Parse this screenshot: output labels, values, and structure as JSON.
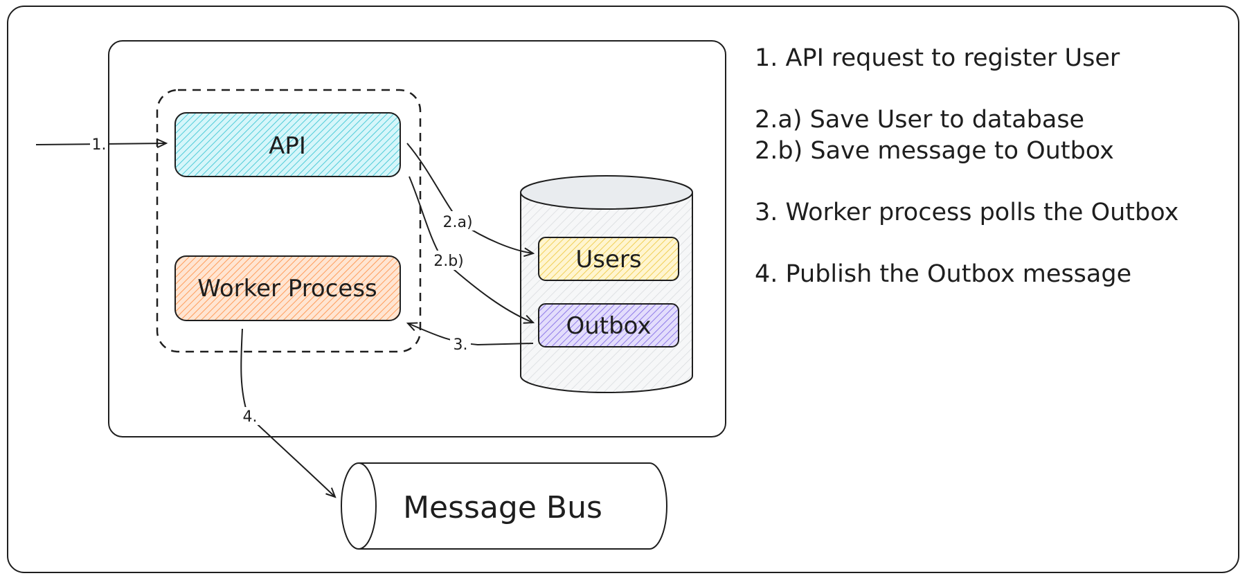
{
  "diagram": {
    "nodes": {
      "api": "API",
      "worker": "Worker Process",
      "users": "Users",
      "outbox": "Outbox",
      "bus": "Message Bus"
    },
    "edges": {
      "e1": "1.",
      "e2a": "2.a)",
      "e2b": "2.b)",
      "e3": "3.",
      "e4": "4."
    },
    "colors": {
      "api": "#99e9f2",
      "worker": "#ffc9a0",
      "users": "#ffec99",
      "outbox": "#b3a4f5",
      "db": "#e9ecef"
    }
  },
  "steps": {
    "s1": "1. API request to register User",
    "s2a": "2.a) Save User to database",
    "s2b": "2.b) Save message to Outbox",
    "s3": "3. Worker process polls the Outbox",
    "s4": "4. Publish the Outbox message"
  }
}
